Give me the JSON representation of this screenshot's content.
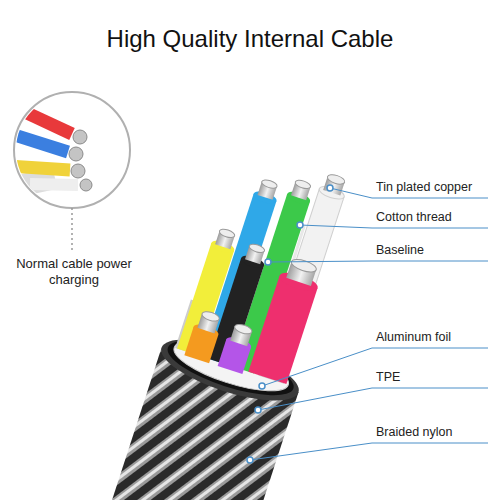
{
  "diagram": {
    "title": "High Quality Internal Cable",
    "labels": [
      "Normal cable power charging",
      "Tin plated copper",
      "Cotton thread",
      "Baseline",
      "Aluminum foil",
      "TPE",
      "Braided nylon"
    ]
  }
}
